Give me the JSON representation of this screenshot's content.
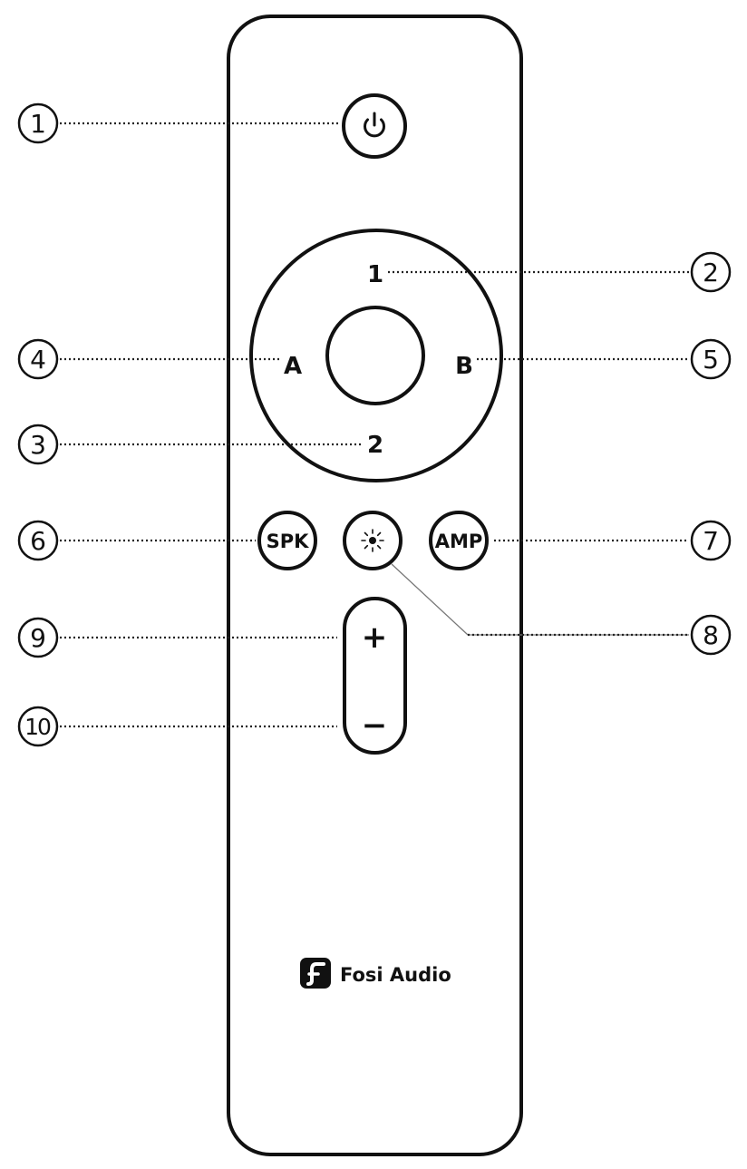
{
  "callouts": [
    {
      "number": "1"
    },
    {
      "number": "2"
    },
    {
      "number": "3"
    },
    {
      "number": "4"
    },
    {
      "number": "5"
    },
    {
      "number": "6"
    },
    {
      "number": "7"
    },
    {
      "number": "8"
    },
    {
      "number": "9"
    },
    {
      "number": "10"
    }
  ],
  "buttons": {
    "power": {
      "icon": "power-icon"
    },
    "dpad_up_label": "1",
    "dpad_down_label": "2",
    "dpad_left_label": "A",
    "dpad_right_label": "B",
    "spk_label": "SPK",
    "amp_label": "AMP",
    "light": {
      "icon": "brightness-icon"
    },
    "volume_up_label": "+",
    "volume_down_label": "−"
  },
  "brand": {
    "logo_icon": "fosi-audio-logo-icon",
    "name": "Fosi Audio"
  },
  "colors": {
    "outline": "#111111",
    "background": "#ffffff"
  }
}
